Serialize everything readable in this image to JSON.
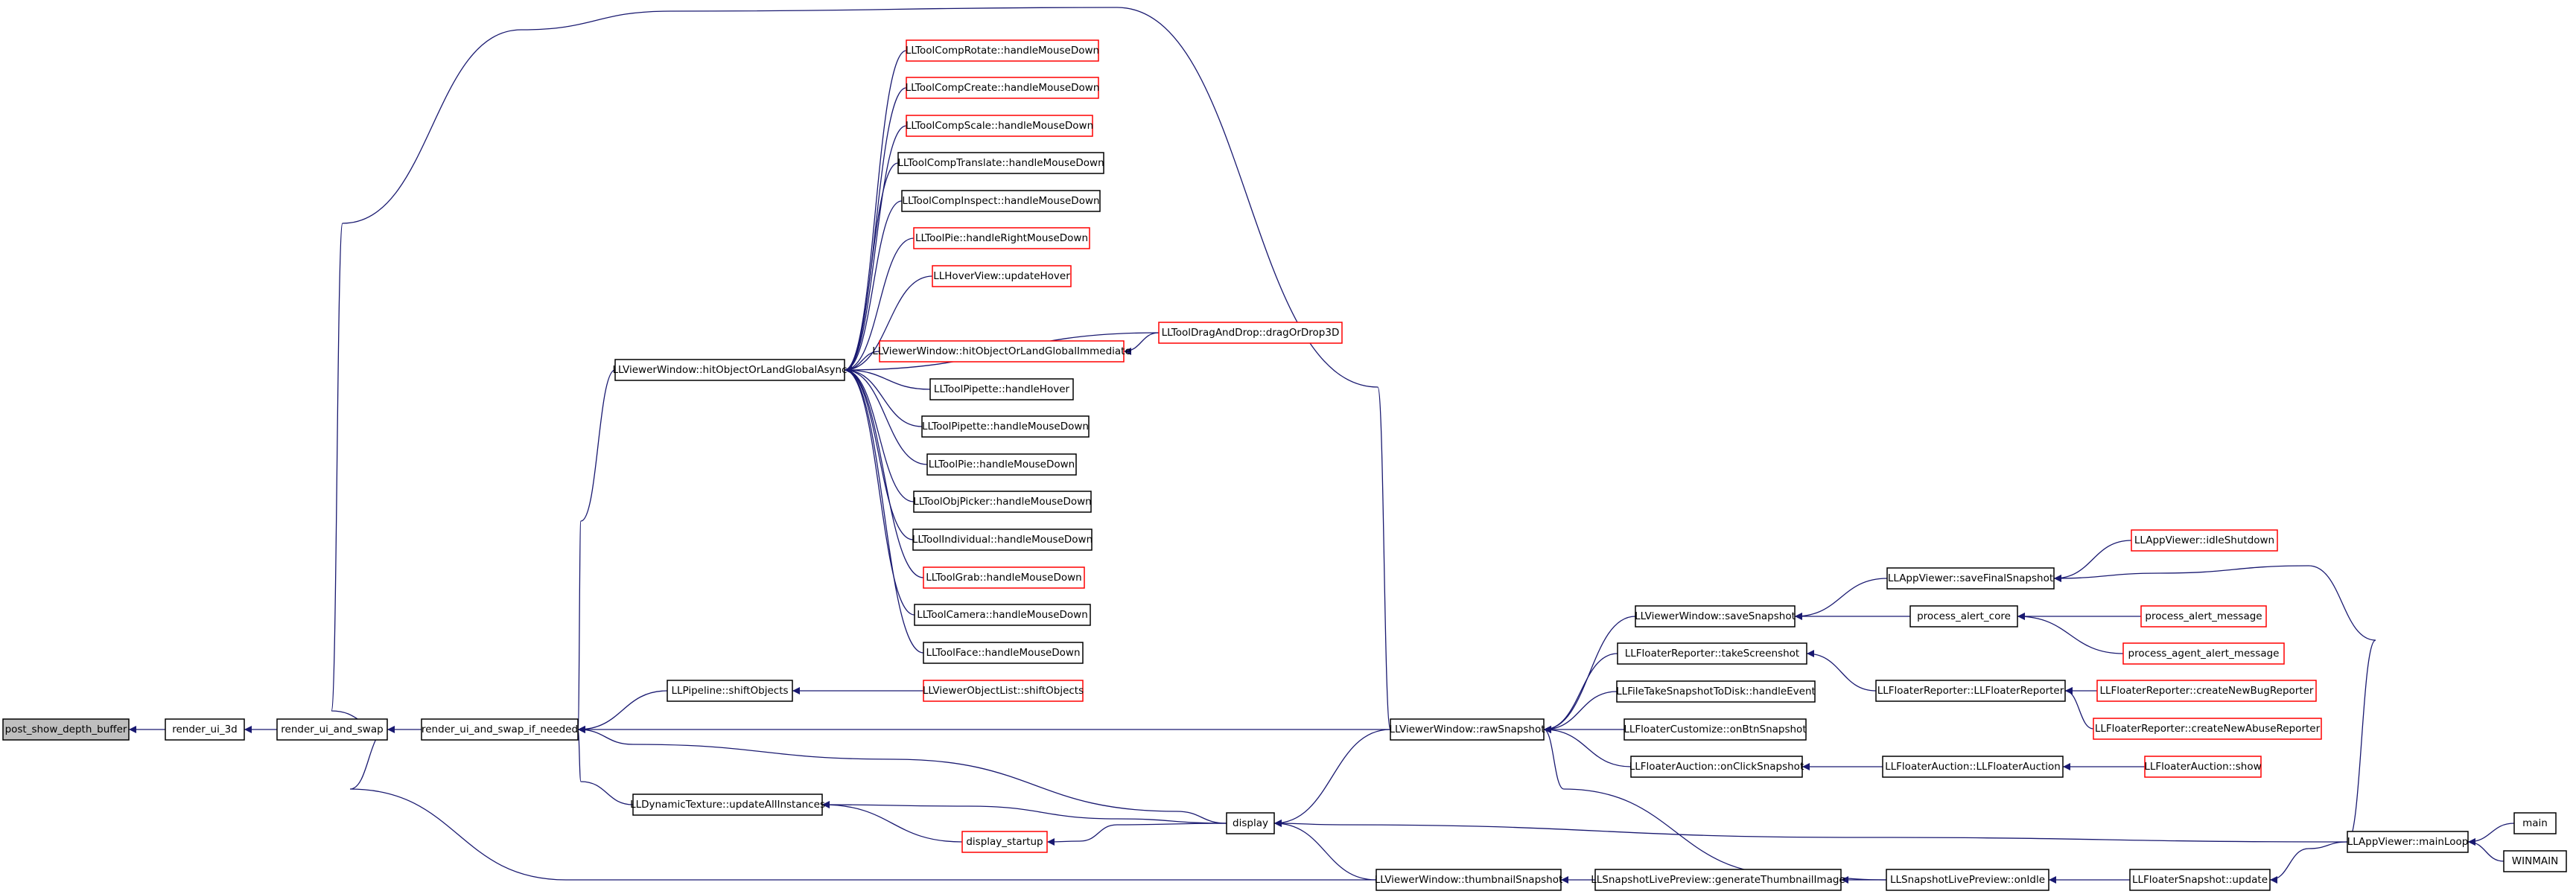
{
  "colors": {
    "edge": "#191970",
    "node_border_normal": "#000000",
    "node_border_truncated": "#ff0000",
    "node_fill": "#ffffff",
    "root_fill": "#bfbfbf"
  },
  "nodes": [
    {
      "id": "post_show_depth_buffer",
      "label": "post_show_depth_buffer",
      "kind": "root"
    },
    {
      "id": "render_ui_3d",
      "label": "render_ui_3d",
      "kind": "normal"
    },
    {
      "id": "render_ui_and_swap",
      "label": "render_ui_and_swap",
      "kind": "normal"
    },
    {
      "id": "render_ui_and_swap_if_needed",
      "label": "render_ui_and_swap_if_needed",
      "kind": "normal"
    },
    {
      "id": "hitObjectOrLandGlobalAsync",
      "label": "LLViewerWindow::hitObjectOrLandGlobalAsync",
      "kind": "normal"
    },
    {
      "id": "shiftObjects",
      "label": "LLPipeline::shiftObjects",
      "kind": "normal"
    },
    {
      "id": "updateAllInstances",
      "label": "LLDynamicTexture::updateAllInstances",
      "kind": "normal"
    },
    {
      "id": "compRotate",
      "label": "LLToolCompRotate::handleMouseDown",
      "kind": "truncated"
    },
    {
      "id": "compCreate",
      "label": "LLToolCompCreate::handleMouseDown",
      "kind": "truncated"
    },
    {
      "id": "compScale",
      "label": "LLToolCompScale::handleMouseDown",
      "kind": "truncated"
    },
    {
      "id": "compTranslate",
      "label": "LLToolCompTranslate::handleMouseDown",
      "kind": "normal"
    },
    {
      "id": "compInspect",
      "label": "LLToolCompInspect::handleMouseDown",
      "kind": "normal"
    },
    {
      "id": "pieRight",
      "label": "LLToolPie::handleRightMouseDown",
      "kind": "truncated"
    },
    {
      "id": "hoverView",
      "label": "LLHoverView::updateHover",
      "kind": "truncated"
    },
    {
      "id": "hitImmediate",
      "label": "LLViewerWindow::hitObjectOrLandGlobalImmediate",
      "kind": "truncated"
    },
    {
      "id": "dragOrDrop3D",
      "label": "LLToolDragAndDrop::dragOrDrop3D",
      "kind": "truncated"
    },
    {
      "id": "pipetteHover",
      "label": "LLToolPipette::handleHover",
      "kind": "normal"
    },
    {
      "id": "pipetteDown",
      "label": "LLToolPipette::handleMouseDown",
      "kind": "normal"
    },
    {
      "id": "pieDown",
      "label": "LLToolPie::handleMouseDown",
      "kind": "normal"
    },
    {
      "id": "objPicker",
      "label": "LLToolObjPicker::handleMouseDown",
      "kind": "normal"
    },
    {
      "id": "individual",
      "label": "LLToolIndividual::handleMouseDown",
      "kind": "normal"
    },
    {
      "id": "grab",
      "label": "LLToolGrab::handleMouseDown",
      "kind": "truncated"
    },
    {
      "id": "camera",
      "label": "LLToolCamera::handleMouseDown",
      "kind": "normal"
    },
    {
      "id": "face",
      "label": "LLToolFace::handleMouseDown",
      "kind": "normal"
    },
    {
      "id": "objectListShift",
      "label": "LLViewerObjectList::shiftObjects",
      "kind": "truncated"
    },
    {
      "id": "display_startup",
      "label": "display_startup",
      "kind": "truncated"
    },
    {
      "id": "display",
      "label": "display",
      "kind": "normal"
    },
    {
      "id": "rawSnapshot",
      "label": "LLViewerWindow::rawSnapshot",
      "kind": "normal"
    },
    {
      "id": "thumbnailSnapshot",
      "label": "LLViewerWindow::thumbnailSnapshot",
      "kind": "normal"
    },
    {
      "id": "saveSnapshot",
      "label": "LLViewerWindow::saveSnapshot",
      "kind": "normal"
    },
    {
      "id": "takeScreenshot",
      "label": "LLFloaterReporter::takeScreenshot",
      "kind": "normal"
    },
    {
      "id": "fileTakeSnapshot",
      "label": "LLFileTakeSnapshotToDisk::handleEvent",
      "kind": "normal"
    },
    {
      "id": "customizeSnap",
      "label": "LLFloaterCustomize::onBtnSnapshot",
      "kind": "normal"
    },
    {
      "id": "auctionClickSnap",
      "label": "LLFloaterAuction::onClickSnapshot",
      "kind": "normal"
    },
    {
      "id": "generateThumb",
      "label": "LLSnapshotLivePreview::generateThumbnailImage",
      "kind": "normal"
    },
    {
      "id": "saveFinalSnapshot",
      "label": "LLAppViewer::saveFinalSnapshot",
      "kind": "normal"
    },
    {
      "id": "processAlertCore",
      "label": "process_alert_core",
      "kind": "normal"
    },
    {
      "id": "reporterCtor",
      "label": "LLFloaterReporter::LLFloaterReporter",
      "kind": "normal"
    },
    {
      "id": "auctionCtor",
      "label": "LLFloaterAuction::LLFloaterAuction",
      "kind": "normal"
    },
    {
      "id": "onIdle",
      "label": "LLSnapshotLivePreview::onIdle",
      "kind": "normal"
    },
    {
      "id": "idleShutdown",
      "label": "LLAppViewer::idleShutdown",
      "kind": "truncated"
    },
    {
      "id": "processAlertMessage",
      "label": "process_alert_message",
      "kind": "truncated"
    },
    {
      "id": "processAgentAlert",
      "label": "process_agent_alert_message",
      "kind": "truncated"
    },
    {
      "id": "createBugReporter",
      "label": "LLFloaterReporter::createNewBugReporter",
      "kind": "truncated"
    },
    {
      "id": "createAbuseReporter",
      "label": "LLFloaterReporter::createNewAbuseReporter",
      "kind": "truncated"
    },
    {
      "id": "auctionShow",
      "label": "LLFloaterAuction::show",
      "kind": "truncated"
    },
    {
      "id": "snapshotUpdate",
      "label": "LLFloaterSnapshot::update",
      "kind": "normal"
    },
    {
      "id": "mainLoop",
      "label": "LLAppViewer::mainLoop",
      "kind": "normal"
    },
    {
      "id": "main",
      "label": "main",
      "kind": "normal"
    },
    {
      "id": "winmain",
      "label": "WINMAIN",
      "kind": "normal"
    }
  ],
  "edges": [
    [
      "render_ui_3d",
      "post_show_depth_buffer"
    ],
    [
      "render_ui_and_swap",
      "render_ui_3d"
    ],
    [
      "render_ui_and_swap_if_needed",
      "render_ui_and_swap"
    ],
    [
      "rawSnapshot",
      "render_ui_and_swap"
    ],
    [
      "thumbnailSnapshot",
      "render_ui_and_swap"
    ],
    [
      "hitObjectOrLandGlobalAsync",
      "render_ui_and_swap_if_needed"
    ],
    [
      "shiftObjects",
      "render_ui_and_swap_if_needed"
    ],
    [
      "updateAllInstances",
      "render_ui_and_swap_if_needed"
    ],
    [
      "rawSnapshot",
      "render_ui_and_swap_if_needed"
    ],
    [
      "display",
      "render_ui_and_swap_if_needed"
    ],
    [
      "compRotate",
      "hitObjectOrLandGlobalAsync"
    ],
    [
      "compCreate",
      "hitObjectOrLandGlobalAsync"
    ],
    [
      "compScale",
      "hitObjectOrLandGlobalAsync"
    ],
    [
      "compTranslate",
      "hitObjectOrLandGlobalAsync"
    ],
    [
      "compInspect",
      "hitObjectOrLandGlobalAsync"
    ],
    [
      "pieRight",
      "hitObjectOrLandGlobalAsync"
    ],
    [
      "hoverView",
      "hitObjectOrLandGlobalAsync"
    ],
    [
      "dragOrDrop3D",
      "hitObjectOrLandGlobalAsync"
    ],
    [
      "hitImmediate",
      "hitObjectOrLandGlobalAsync"
    ],
    [
      "pipetteHover",
      "hitObjectOrLandGlobalAsync"
    ],
    [
      "pipetteDown",
      "hitObjectOrLandGlobalAsync"
    ],
    [
      "pieDown",
      "hitObjectOrLandGlobalAsync"
    ],
    [
      "objPicker",
      "hitObjectOrLandGlobalAsync"
    ],
    [
      "individual",
      "hitObjectOrLandGlobalAsync"
    ],
    [
      "grab",
      "hitObjectOrLandGlobalAsync"
    ],
    [
      "camera",
      "hitObjectOrLandGlobalAsync"
    ],
    [
      "face",
      "hitObjectOrLandGlobalAsync"
    ],
    [
      "dragOrDrop3D",
      "hitImmediate"
    ],
    [
      "objectListShift",
      "shiftObjects"
    ],
    [
      "display",
      "updateAllInstances"
    ],
    [
      "display_startup",
      "updateAllInstances"
    ],
    [
      "display",
      "display_startup"
    ],
    [
      "mainLoop",
      "display"
    ],
    [
      "rawSnapshot",
      "display"
    ],
    [
      "thumbnailSnapshot",
      "display"
    ],
    [
      "saveSnapshot",
      "rawSnapshot"
    ],
    [
      "takeScreenshot",
      "rawSnapshot"
    ],
    [
      "fileTakeSnapshot",
      "rawSnapshot"
    ],
    [
      "customizeSnap",
      "rawSnapshot"
    ],
    [
      "auctionClickSnap",
      "rawSnapshot"
    ],
    [
      "onIdle",
      "rawSnapshot"
    ],
    [
      "generateThumb",
      "thumbnailSnapshot"
    ],
    [
      "onIdle",
      "generateThumb"
    ],
    [
      "saveFinalSnapshot",
      "saveSnapshot"
    ],
    [
      "processAlertCore",
      "saveSnapshot"
    ],
    [
      "reporterCtor",
      "takeScreenshot"
    ],
    [
      "auctionCtor",
      "auctionClickSnap"
    ],
    [
      "idleShutdown",
      "saveFinalSnapshot"
    ],
    [
      "mainLoop",
      "saveFinalSnapshot"
    ],
    [
      "processAlertMessage",
      "processAlertCore"
    ],
    [
      "processAgentAlert",
      "processAlertCore"
    ],
    [
      "createBugReporter",
      "reporterCtor"
    ],
    [
      "createAbuseReporter",
      "reporterCtor"
    ],
    [
      "auctionShow",
      "auctionCtor"
    ],
    [
      "snapshotUpdate",
      "onIdle"
    ],
    [
      "mainLoop",
      "snapshotUpdate"
    ],
    [
      "main",
      "mainLoop"
    ],
    [
      "winmain",
      "mainLoop"
    ]
  ]
}
